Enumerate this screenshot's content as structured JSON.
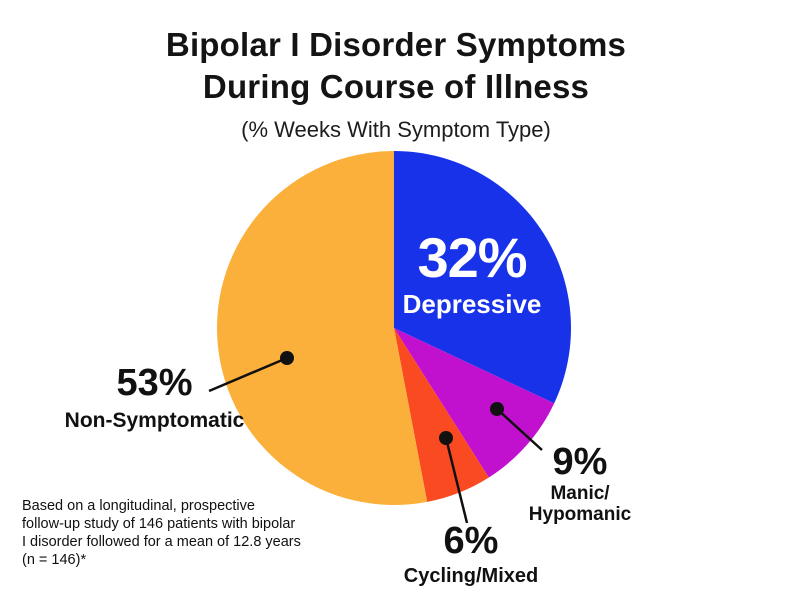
{
  "title": {
    "line1": "Bipolar I Disorder Symptoms",
    "line2": "During Course of Illness",
    "subtitle": "(% Weeks With Symptom Type)"
  },
  "chart_data": {
    "type": "pie",
    "title": "Bipolar I Disorder Symptoms During Course of Illness",
    "subtitle": "(% Weeks With Symptom Type)",
    "units": "% of weeks with symptom type",
    "start_angle": "12 o'clock",
    "direction": "clockwise",
    "slices": [
      {
        "label": "Depressive",
        "value": 32,
        "color": "#1832e9"
      },
      {
        "label": "Manic/Hypomanic",
        "value": 9,
        "color": "#c110ce"
      },
      {
        "label": "Cycling/Mixed",
        "value": 6,
        "color": "#f94a21"
      },
      {
        "label": "Non-Symptomatic",
        "value": 53,
        "color": "#fbb03c"
      }
    ]
  },
  "callouts": {
    "depressive": {
      "pct": "32%",
      "name": "Depressive"
    },
    "non_symptomatic": {
      "pct": "53%",
      "name": "Non-Symptomatic"
    },
    "manic": {
      "pct": "9%",
      "name_line1": "Manic/",
      "name_line2": "Hypomanic"
    },
    "cycling": {
      "pct": "6%",
      "name": "Cycling/Mixed"
    }
  },
  "footnote": {
    "lines": [
      "Based on a longitudinal, prospective",
      "follow-up study of 146 patients with bipolar",
      "I disorder followed for a mean of 12.8 years",
      "(n = 146)*"
    ]
  }
}
